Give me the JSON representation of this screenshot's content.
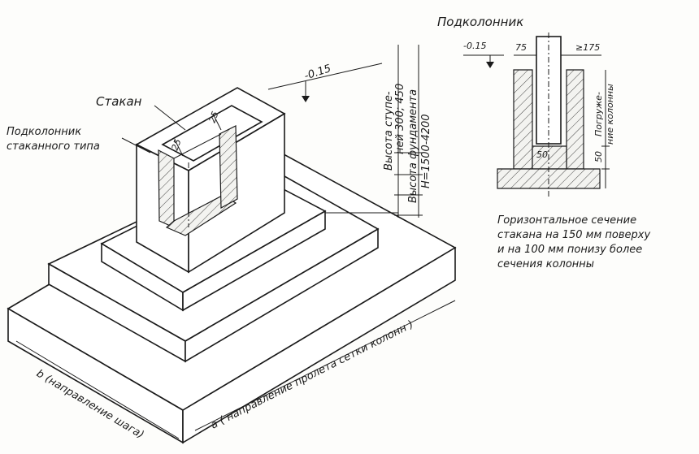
{
  "labels": {
    "podkolonnik_title": "Подколонник",
    "stakan": "Стакан",
    "podkolonnik_type_line1": "Подколонник",
    "podkolonnik_type_line2": "стаканного типа",
    "mark_main": "-0.15",
    "mark_section": "-0.15",
    "dim_25_a": "25",
    "dim_25_b": "25",
    "dim_75": "75",
    "dim_175": "≥175",
    "dim_50_inner": "50",
    "dim_50_outer": "50",
    "step_height_line1": "Высота ступе-",
    "step_height_line2": "ней 300; 450",
    "found_height_line1": "Высота фундамента",
    "found_height_line2": "H=1500-4200",
    "immersion_line1": "Погруже-",
    "immersion_line2": "ние колонны",
    "dir_a": "a ( направление пролета сетки колонн )",
    "dir_b": "b (направление шага)",
    "note_line1": "Горизонтальное сечение",
    "note_line2": "стакана на 150 мм поверху",
    "note_line3": "и на 100 мм понизу более",
    "note_line4": "сечения колонны"
  }
}
